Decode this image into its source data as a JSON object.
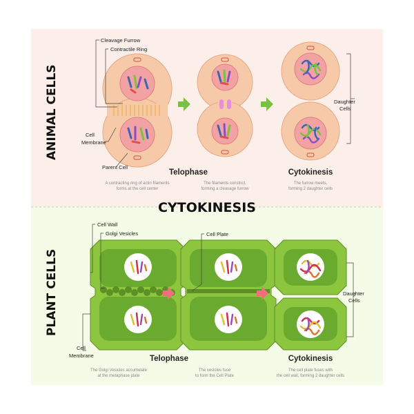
{
  "title": "CYTOKINESIS",
  "animal": {
    "section_title": "ANIMAL CELLS",
    "labels": {
      "cleavage_furrow": "Cleavage Furrow",
      "contractile_ring": "Contractile Ring",
      "cell_membrane_1": "Cell",
      "cell_membrane_2": "Membrane",
      "parent_cell": "Parent Cell",
      "daughter_cells_1": "Daughter",
      "daughter_cells_2": "Cells"
    },
    "stages": {
      "telophase": "Telophase",
      "cytokinesis": "Cytokinesis"
    },
    "descriptions": {
      "d1_line1": "A contracting ring of actin filaments",
      "d1_line2": "forms at the cell center",
      "d2_line1": "The filaments constrict,",
      "d2_line2": "forming a cleavage furrow",
      "d3_line1": "The furrow meets,",
      "d3_line2": "forming 2 daughter cells"
    }
  },
  "plant": {
    "section_title": "PLANT CELLS",
    "labels": {
      "cell_wall": "Cell Wall",
      "golgi_vesicles": "Golgi Vesicles",
      "cell_plate": "Cell Plate",
      "cell_membrane_1": "Cell",
      "cell_membrane_2": "Membrane",
      "daughter_cells_1": "Daughter",
      "daughter_cells_2": "Cells"
    },
    "stages": {
      "telophase": "Telophase",
      "cytokinesis": "Cytokinesis"
    },
    "descriptions": {
      "d1_line1": "The Golgi Vesicles accumulate",
      "d1_line2": "at the metaphase plate",
      "d2_line1": "The vesicles fuse",
      "d2_line2": "to form the Cell Plate",
      "d3_line1": "The cell plate fuses with",
      "d3_line2": "the cell wall, forming 2 daughter cells"
    }
  },
  "colors": {
    "animal_bg": "#fcefea",
    "plant_bg": "#f4fbe6",
    "cytoplasm": "#f6c9a8",
    "nucleus": "#f2a2a2",
    "plant_wall": "#8cc63f",
    "plant_cell": "#6aaa2e",
    "arrow_green": "#7ac143",
    "arrow_pink": "#f06e7e"
  }
}
